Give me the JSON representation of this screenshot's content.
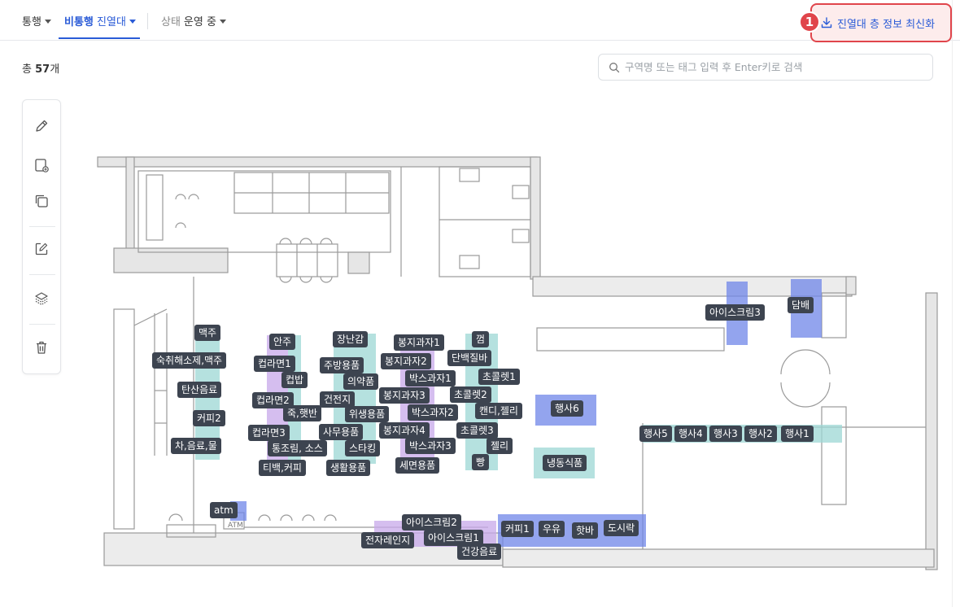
{
  "tabs": [
    {
      "label": "통행"
    },
    {
      "label_blue": "비통행",
      "label_rest": "진열대"
    },
    {
      "label_muted": "상태",
      "label": "운영 중"
    }
  ],
  "refresh": {
    "label": "진열대 층 정보 최신화",
    "step": "1"
  },
  "count": {
    "prefix": "총",
    "value": "57",
    "suffix": "개"
  },
  "search": {
    "placeholder": "구역명 또는 태그 입력 후 Enter키로 검색"
  },
  "toolbar": [
    "pencil-icon",
    "add-area-icon",
    "copy-icon",
    "edit-icon",
    "layers-icon",
    "trash-icon"
  ],
  "colors": {
    "accent": "#2a5bd7",
    "highlight": "#e0454b",
    "teal": "#8fd3cf",
    "purple": "#c49ae6",
    "blue": "#6f86e8"
  },
  "zones": [
    {
      "name": "맥주"
    },
    {
      "name": "숙취해소제,맥주"
    },
    {
      "name": "탄산음료"
    },
    {
      "name": "커피2"
    },
    {
      "name": "차,음료,물"
    },
    {
      "name": "안주"
    },
    {
      "name": "컵라면1"
    },
    {
      "name": "컵밥"
    },
    {
      "name": "컵라면2"
    },
    {
      "name": "죽,햇반"
    },
    {
      "name": "컵라면3"
    },
    {
      "name": "통조림, 소스"
    },
    {
      "name": "티백,커피"
    },
    {
      "name": "장난감"
    },
    {
      "name": "주방용품"
    },
    {
      "name": "의약품"
    },
    {
      "name": "건전지"
    },
    {
      "name": "위생용품"
    },
    {
      "name": "사무용품"
    },
    {
      "name": "스타킹"
    },
    {
      "name": "생활용품"
    },
    {
      "name": "봉지과자1"
    },
    {
      "name": "봉지과자2"
    },
    {
      "name": "박스과자1"
    },
    {
      "name": "봉지과자3"
    },
    {
      "name": "박스과자2"
    },
    {
      "name": "봉지과자4"
    },
    {
      "name": "박스과자3"
    },
    {
      "name": "세면용품"
    },
    {
      "name": "껌"
    },
    {
      "name": "단백질바"
    },
    {
      "name": "초콜렛1"
    },
    {
      "name": "초콜렛2"
    },
    {
      "name": "캔디,젤리"
    },
    {
      "name": "초콜렛3"
    },
    {
      "name": "젤리"
    },
    {
      "name": "빵"
    },
    {
      "name": "행사6"
    },
    {
      "name": "냉동식품"
    },
    {
      "name": "아이스크림3"
    },
    {
      "name": "담배"
    },
    {
      "name": "행사5"
    },
    {
      "name": "행사4"
    },
    {
      "name": "행사3"
    },
    {
      "name": "행사2"
    },
    {
      "name": "행사1"
    },
    {
      "name": "atm"
    },
    {
      "name": "아이스크림2"
    },
    {
      "name": "전자레인지"
    },
    {
      "name": "아이스크림1"
    },
    {
      "name": "건강음료"
    },
    {
      "name": "커피1"
    },
    {
      "name": "우유"
    },
    {
      "name": "핫바"
    },
    {
      "name": "도시락"
    }
  ],
  "atm_text": "ATM"
}
